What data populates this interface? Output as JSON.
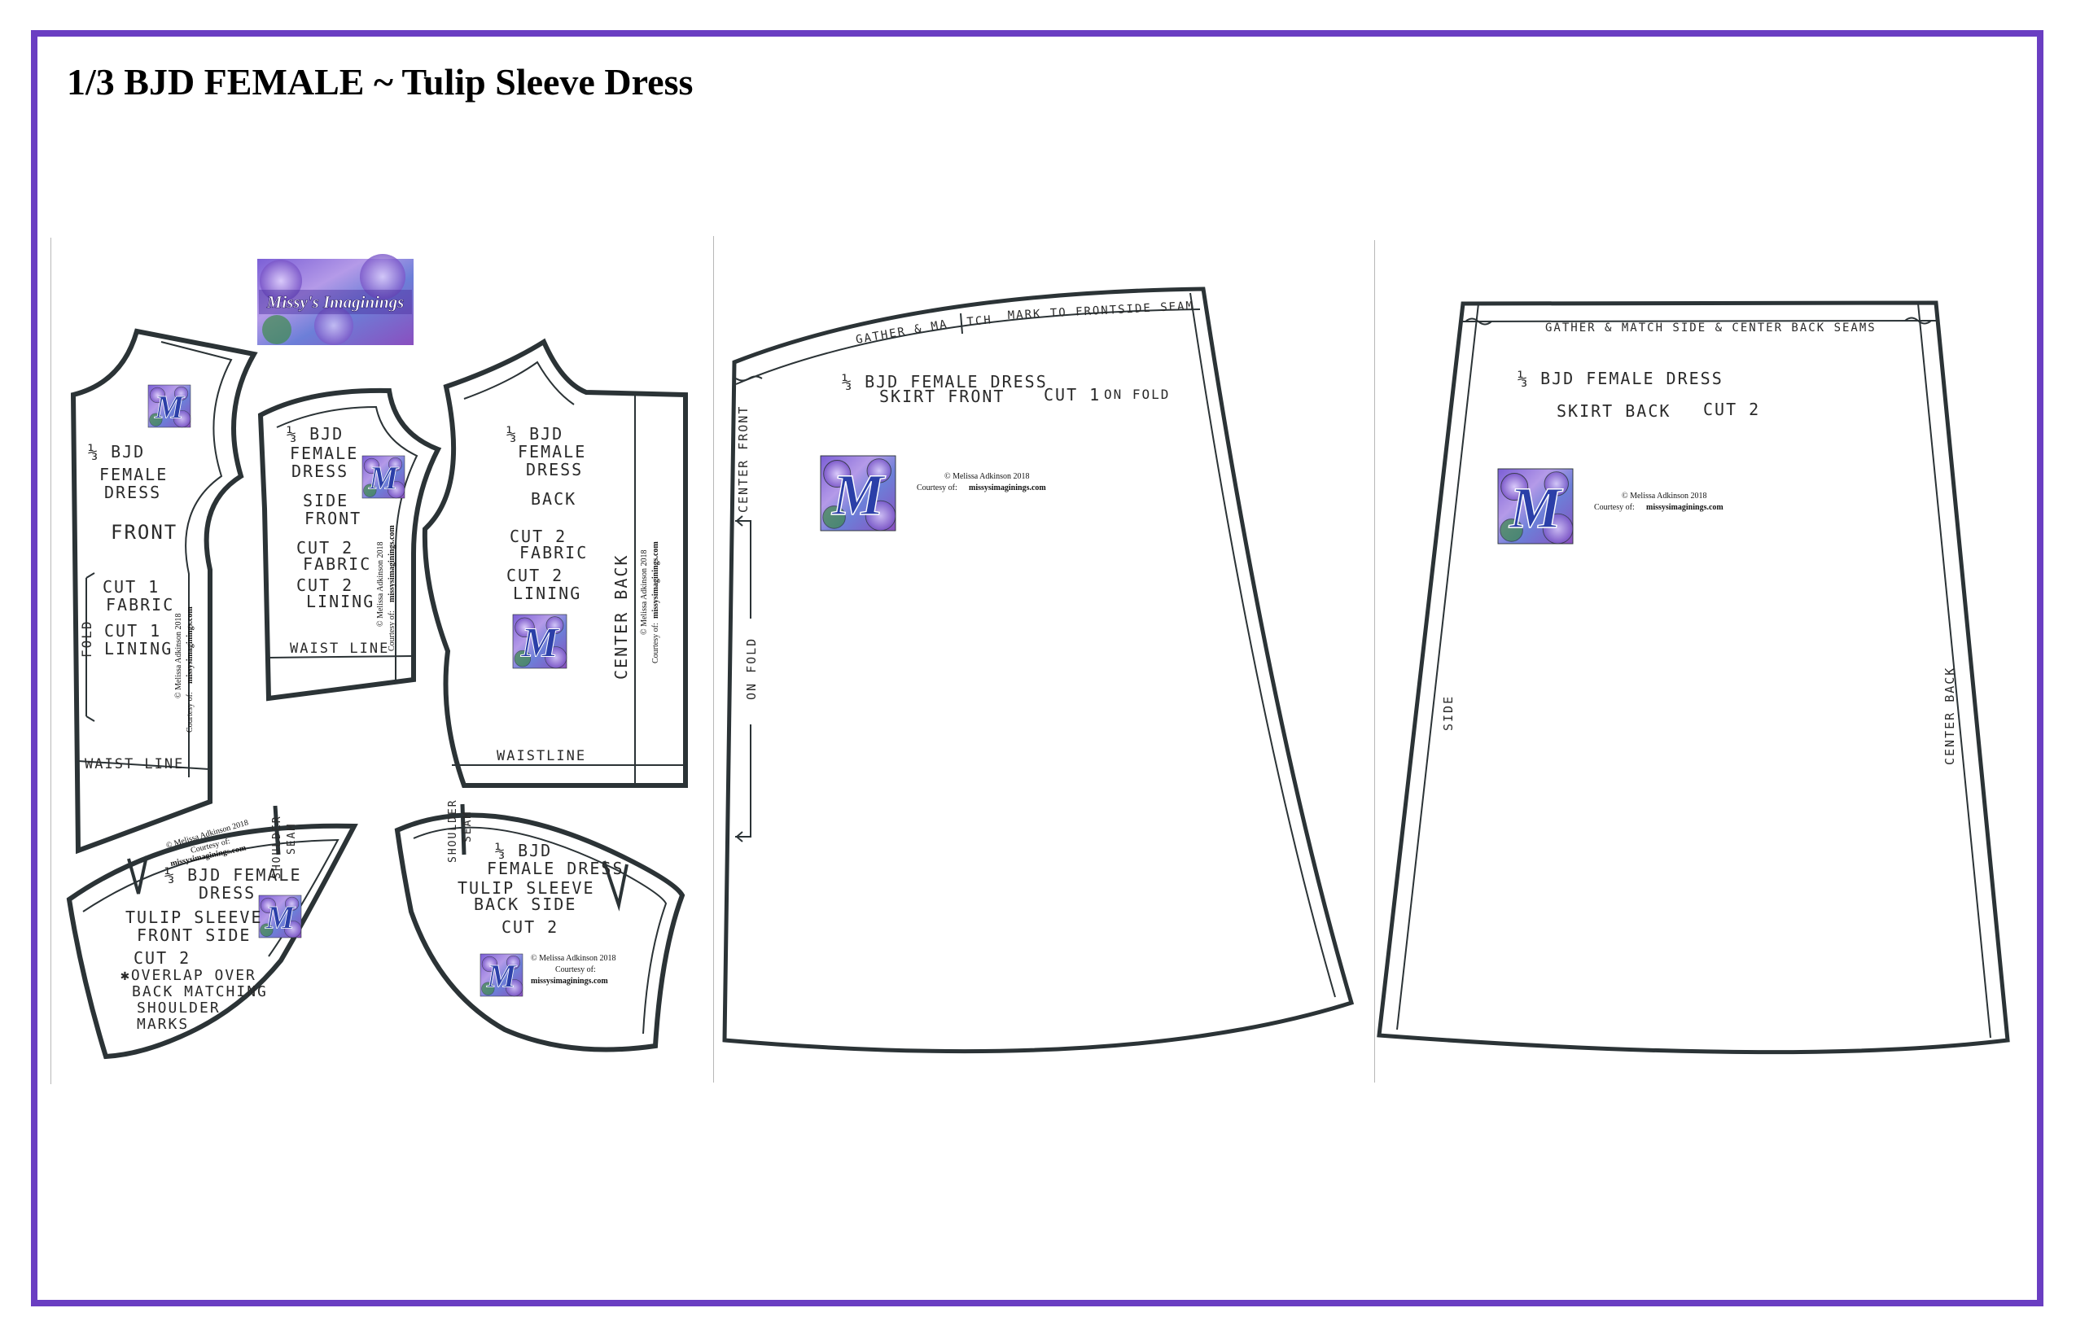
{
  "page": {
    "title": "1/3 BJD FEMALE ~ Tulip Sleeve Dress",
    "border_color": "#6a3ec2"
  },
  "logo": {
    "text": "Missy's Imaginings",
    "monogram": "M"
  },
  "copyright": {
    "line1": "© Melissa Adkinson 2018",
    "line2": "Courtesy of:",
    "site": "missysimaginings.com"
  },
  "pieces": {
    "front": {
      "l1": "⅓ BJD",
      "l2": "FEMALE",
      "l3": "DRESS",
      "name": "FRONT",
      "cut1": "CUT 1",
      "cut1b": "FABRIC",
      "cut2": "CUT 1",
      "cut2b": "LINING",
      "fold": "FOLD",
      "waist": "WAIST LINE"
    },
    "side_front": {
      "l1": "⅓ BJD",
      "l2": "FEMALE",
      "l3": "DRESS",
      "name1": "SIDE",
      "name2": "FRONT",
      "cut1": "CUT 2",
      "cut1b": "FABRIC",
      "cut2": "CUT 2",
      "cut2b": "LINING",
      "waist": "WAIST LINE"
    },
    "back": {
      "l1": "⅓ BJD",
      "l2": "FEMALE",
      "l3": "DRESS",
      "name": "BACK",
      "cut1": "CUT 2",
      "cut1b": "FABRIC",
      "cut2": "CUT 2",
      "cut2b": "LINING",
      "center": "CENTER BACK",
      "waist": "WAISTLINE"
    },
    "sleeve_front": {
      "l1": "⅓ BJD FEMALE",
      "l2": "DRESS",
      "name1": "TULIP SLEEVE",
      "name2": "FRONT SIDE",
      "cut": "CUT 2",
      "note1": "✱OVERLAP OVER",
      "note2": "BACK MATCHING",
      "note3": "SHOULDER",
      "note4": "MARKS",
      "seam1": "SHOULDER",
      "seam2": "SEAM"
    },
    "sleeve_back": {
      "l1": "⅓ BJD",
      "l2": "FEMALE DRESS",
      "name1": "TULIP SLEEVE",
      "name2": "BACK SIDE",
      "cut": "CUT 2",
      "seam1": "SHOULDER",
      "seam2": "SEAM"
    },
    "skirt_front": {
      "l1": "⅓ BJD FEMALE DRESS",
      "name": "SKIRT FRONT",
      "cut": "CUT 1",
      "fold_note": "ON FOLD",
      "gather1": "GATHER & MA",
      "gather2": "TCH",
      "gather3": "MARK TO FRONTSIDE SEAM",
      "center": "CENTER FRONT",
      "on_fold": "ON FOLD"
    },
    "skirt_back": {
      "l1": "⅓ BJD FEMALE DRESS",
      "name": "SKIRT BACK",
      "cut": "CUT 2",
      "gather": "GATHER & MATCH SIDE & CENTER BACK SEAMS",
      "side": "SIDE",
      "center": "CENTER BACK"
    }
  }
}
